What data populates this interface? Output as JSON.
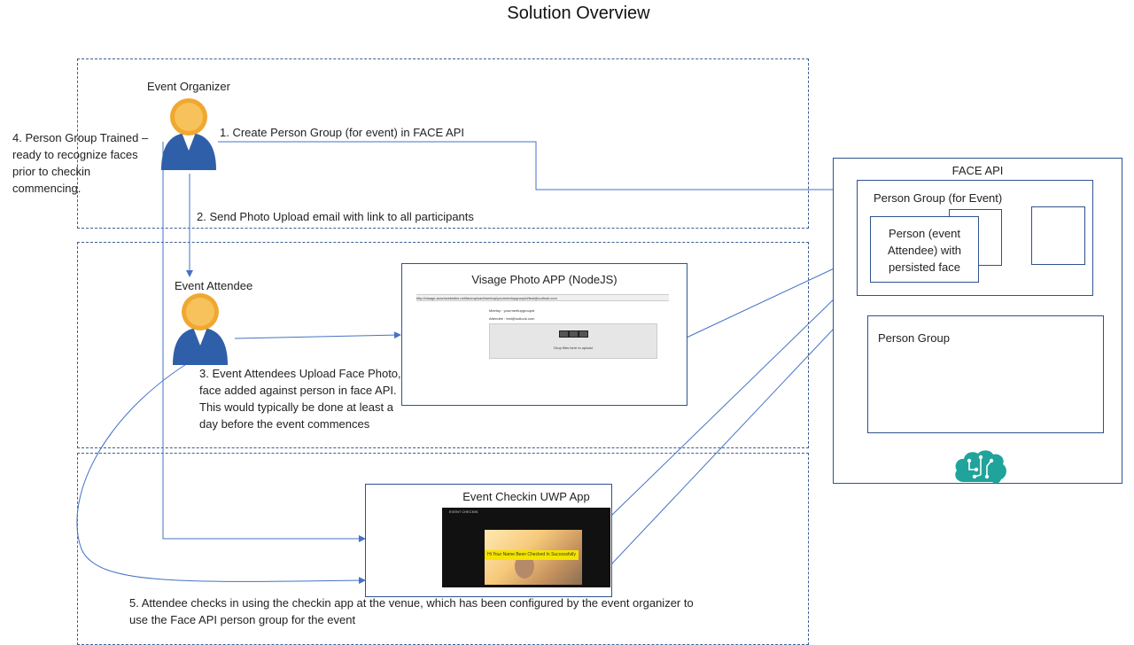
{
  "title": "Solution Overview",
  "roles": {
    "organizer": "Event Organizer",
    "attendee": "Event Attendee"
  },
  "steps": {
    "step1": "1. Create Person Group (for event) in FACE API",
    "step2": "2. Send Photo  Upload email with link to all participants",
    "step3": "3. Event Attendees Upload Face Photo, face added against person in face API. This would typically be done at least a day before the event commences",
    "step4": "4. Person Group Trained – ready to recognize faces prior to checkin commencing.",
    "step5": "5. Attendee checks in using the checkin app at the venue, which has been configured by the event organizer to use the Face API person group for the event"
  },
  "apps": {
    "photo_app": "Visage Photo APP (NodeJS)",
    "checkin_app": "Event Checkin UWP App"
  },
  "photo_app_screenshot": {
    "url_text": "http://visage.azurewebsites.net/faceupload/meetup/yourmeetupgroupid/test@outlook.com",
    "meetup_line": "Meetup : yourmeetupgroupid",
    "attendee_line": "Attendee : test@outlook.com",
    "drop_text": "Drop files here to upload"
  },
  "checkin_screenshot": {
    "header_text": "EVENT CHECKIN",
    "banner_text": "Hi Your Name Been Checked In Successfully"
  },
  "face_api": {
    "title": "FACE API",
    "person_group_event": "Person Group  (for Event)",
    "person_card": "Person (event Attendee) with persisted face",
    "person_group": "Person Group",
    "icon": "brain-cloud-icon"
  },
  "colors": {
    "line": "#4472c4",
    "dash": "#3c5f8f",
    "icon_teal": "#1fa39a",
    "avatar_head": "#f0a830",
    "avatar_body": "#2f5fa8"
  }
}
